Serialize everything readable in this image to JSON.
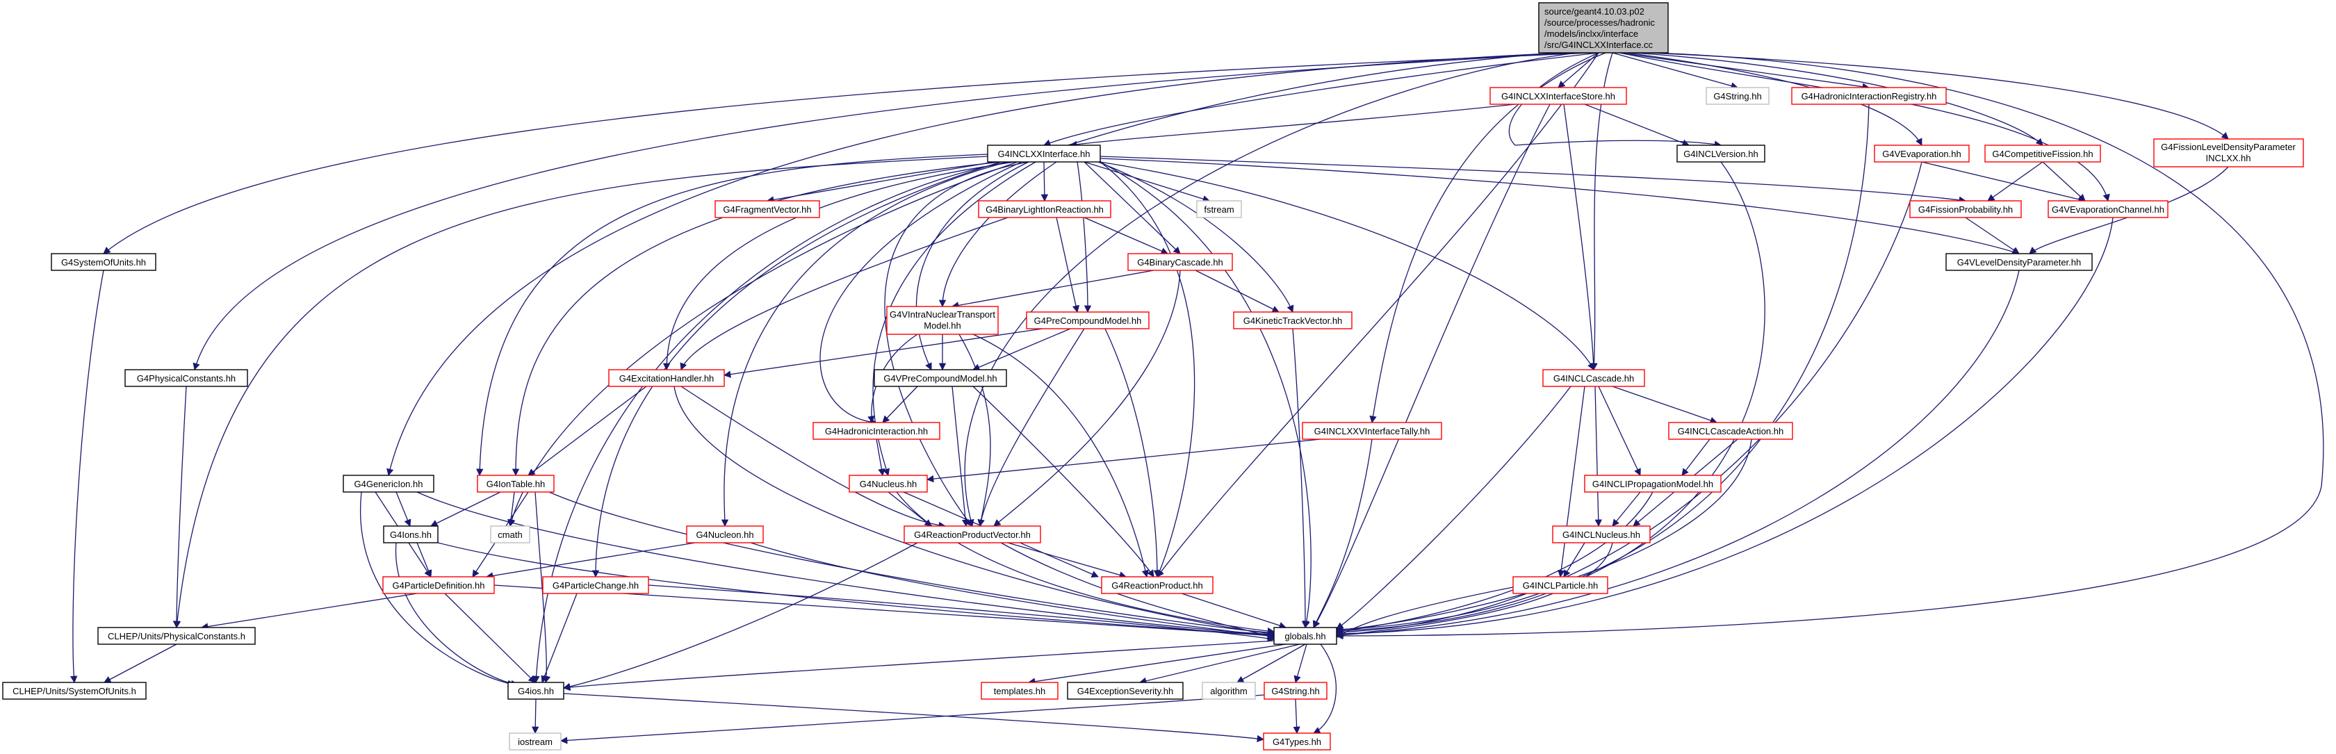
{
  "colors": {
    "edge": "#191970",
    "border_black": "#000000",
    "border_red": "#ff0000",
    "border_gray": "#bfbfbf",
    "root_fill": "#bfbfbf",
    "node_fill": "#ffffff"
  },
  "root": {
    "lines": [
      "source/geant4.10.03.p02",
      "/source/processes/hadronic",
      "/models/inclxx/interface",
      "/src/G4INCLXXInterface.cc"
    ]
  },
  "nodes": {
    "interfacestore": "G4INCLXXInterfaceStore.hh",
    "g4string_top": "G4String.hh",
    "hadronicregistry": "G4HadronicInteractionRegistry.hh",
    "inclxxinterface": "G4INCLXXInterface.hh",
    "inclversion": "G4INCLVersion.hh",
    "vevaporation": "G4VEvaporation.hh",
    "competitivefission": "G4CompetitiveFission.hh",
    "fissionlevel_1": "G4FissionLevelDensityParameter",
    "fissionlevel_2": "INCLXX.hh",
    "fragmentvector": "G4FragmentVector.hh",
    "binarylightion": "G4BinaryLightIonReaction.hh",
    "fstream": "fstream",
    "fissionprob": "G4FissionProbability.hh",
    "vevapchannel": "G4VEvaporationChannel.hh",
    "systemofunits": "G4SystemOfUnits.hh",
    "binarycascade": "G4BinaryCascade.hh",
    "vleveldensity": "G4VLevelDensityParameter.hh",
    "vintranuclear_1": "G4VIntraNuclearTransport",
    "vintranuclear_2": "Model.hh",
    "precompound": "G4PreCompoundModel.hh",
    "kinetictrack": "G4KineticTrackVector.hh",
    "physconstants": "G4PhysicalConstants.hh",
    "excitation": "G4ExcitationHandler.hh",
    "vprecompound": "G4VPreCompoundModel.hh",
    "inclcascade": "G4INCLCascade.hh",
    "hadronicinteraction": "G4HadronicInteraction.hh",
    "tally": "G4INCLXXVInterfaceTally.hh",
    "cascadeaction": "G4INCLCascadeAction.hh",
    "genericion": "G4GenericIon.hh",
    "iontable": "G4IonTable.hh",
    "nucleus": "G4Nucleus.hh",
    "propagation": "G4INCLIPropagationModel.hh",
    "ions": "G4Ions.hh",
    "cmath": "cmath",
    "nucleon": "G4Nucleon.hh",
    "rpvector": "G4ReactionProductVector.hh",
    "inclnucleus": "G4INCLNucleus.hh",
    "particledef": "G4ParticleDefinition.hh",
    "particlechange": "G4ParticleChange.hh",
    "reactionproduct": "G4ReactionProduct.hh",
    "inclparticle": "G4INCLParticle.hh",
    "clhep_phys": "CLHEP/Units/PhysicalConstants.h",
    "globals": "globals.hh",
    "clhep_sys": "CLHEP/Units/SystemOfUnits.h",
    "g4ios": "G4ios.hh",
    "templates": "templates.hh",
    "exceptionseverity": "G4ExceptionSeverity.hh",
    "algorithm": "algorithm",
    "g4string": "G4String.hh",
    "iostream": "iostream",
    "types": "G4Types.hh"
  }
}
